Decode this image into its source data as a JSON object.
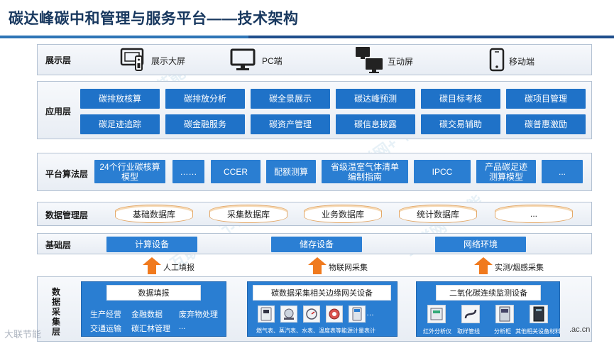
{
  "title": "碳达峰碳中和管理与服务平台——技术架构",
  "layers": {
    "display": {
      "label": "展示层",
      "items": [
        {
          "label": "展示大屏",
          "icon": "tv-remote-icon"
        },
        {
          "label": "PC端",
          "icon": "monitor-icon"
        },
        {
          "label": "互动屏",
          "icon": "dual-screen-icon"
        },
        {
          "label": "移动端",
          "icon": "mobile-phone-icon"
        }
      ]
    },
    "application": {
      "label": "应用层",
      "row1": [
        "碳排放核算",
        "碳排放分析",
        "碳全景展示",
        "碳达峰预测",
        "碳目标考核",
        "碳项目管理"
      ],
      "row2": [
        "碳足迹追踪",
        "碳金融服务",
        "碳资产管理",
        "碳信息披露",
        "碳交易辅助",
        "碳普惠激励"
      ]
    },
    "algorithm": {
      "label": "平台算法层",
      "items": [
        {
          "line1": "24个行业碳核算",
          "line2": "模型"
        },
        {
          "line1": "……",
          "line2": ""
        },
        {
          "line1": "CCER",
          "line2": ""
        },
        {
          "line1": "配额测算",
          "line2": ""
        },
        {
          "line1": "省级温室气体清单",
          "line2": "编制指南"
        },
        {
          "line1": "IPCC",
          "line2": ""
        },
        {
          "line1": "产品碳足迹",
          "line2": "测算模型"
        },
        {
          "line1": "...",
          "line2": ""
        }
      ]
    },
    "data_mgmt": {
      "label": "数据管理层",
      "items": [
        "基础数据库",
        "采集数据库",
        "业务数据库",
        "统计数据库",
        "..."
      ]
    },
    "base": {
      "label": "基础层",
      "items": [
        "计算设备",
        "储存设备",
        "网络环境"
      ]
    },
    "arrows": [
      "人工填报",
      "物联网采集",
      "实测/烟感采集"
    ],
    "acquisition": {
      "label_chars": [
        "数",
        "据",
        "采",
        "集",
        "层"
      ],
      "manual": {
        "title": "数据填报",
        "rows": [
          [
            "生产经营",
            "金融数据",
            "废弃物处理"
          ],
          [
            "交通运输",
            "碳汇林管理",
            "..."
          ]
        ]
      },
      "iot": {
        "title": "碳数据采集相关边缘网关设备",
        "caption": "燃气表、蒸汽表、水表、温度表等能源计量表计",
        "ellipsis": "…"
      },
      "cems": {
        "title": "二氧化碳连续监测设备",
        "captions": [
          "红外分析仪",
          "取样管线",
          "分析柜",
          "其他相关设备材料"
        ]
      }
    }
  },
  "watermark": {
    "brand": "互联网+ 节能",
    "corner_logo": "大联节能",
    "url_fragment": ".ac.cn"
  }
}
